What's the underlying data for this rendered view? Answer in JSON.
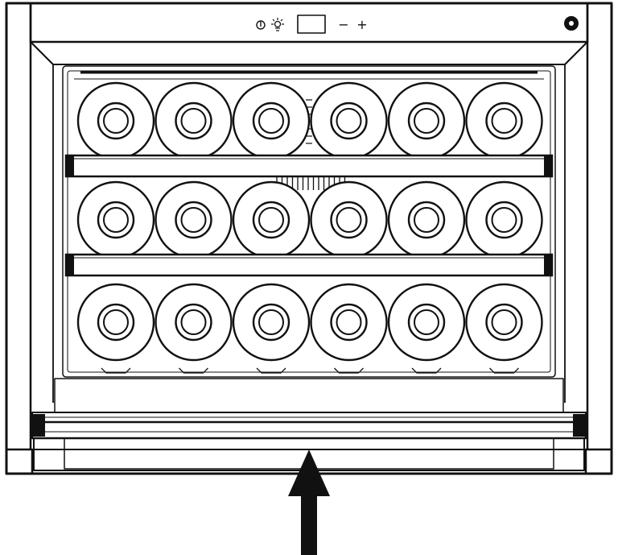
{
  "colors": {
    "line": "#111111",
    "background": "#ffffff",
    "panel_fill": "#ffffff"
  },
  "control_panel": {
    "icons": [
      "power-icon",
      "light-icon"
    ],
    "display_text": "",
    "minus_label": "−",
    "plus_label": "+"
  },
  "knob": {
    "icon": "knob-icon"
  },
  "bottles": {
    "rows": 3,
    "per_row": 6
  },
  "shelves": {
    "count": 2
  },
  "arrow": {
    "direction": "up",
    "icon": "arrow-up-icon"
  }
}
